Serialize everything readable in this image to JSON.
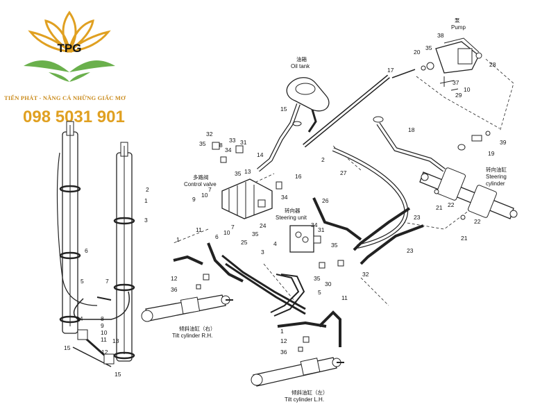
{
  "brand": {
    "logo_text": "TPG",
    "tagline": "TIẾN PHÁT - NÂNG CÁ NHỮNG GIẤC MƠ",
    "phone": "098 5031 901",
    "colors": {
      "gold": "#e0a021",
      "green": "#6ab04c",
      "dark_gold": "#c98a1b"
    }
  },
  "labels": {
    "pump_cn": "泵",
    "pump_en": "Pump",
    "oil_tank_cn": "油箱",
    "oil_tank_en": "Oil tank",
    "control_valve_cn": "多路阀",
    "control_valve_en": "Control valve",
    "steering_unit_cn": "转向器",
    "steering_unit_en": "Steering unit",
    "steering_cyl_cn": "转向油缸",
    "steering_cyl_en1": "Steering",
    "steering_cyl_en2": "cylinder",
    "tilt_rh_cn": "倾斜油缸（右）",
    "tilt_rh_en": "Tilt cylinder R.H.",
    "tilt_lh_cn": "倾斜油缸（左）",
    "tilt_lh_en": "Tilt cylinder L.H."
  },
  "numbers": {
    "n38": "38",
    "n20": "20",
    "n35a": "35",
    "n28": "28",
    "n17": "17",
    "n37": "37",
    "n10a": "10",
    "n29": "29",
    "n18": "18",
    "n39": "39",
    "n19": "19",
    "n15a": "15",
    "n2a": "2",
    "n27": "27",
    "n14a": "14",
    "n32a": "32",
    "n35b": "35",
    "n8a": "8",
    "n33": "33",
    "n31a": "31",
    "n34a": "34",
    "n35c": "35",
    "n13a": "13",
    "n16": "16",
    "n7a": "7",
    "n9a": "9",
    "n10b": "10",
    "n34b": "34",
    "n24": "24",
    "n26": "26",
    "n21a": "21",
    "n22a": "22",
    "n22b": "22",
    "n21b": "21",
    "n25": "25",
    "n35d": "35",
    "n6a": "6",
    "n10c": "10",
    "n7b": "7",
    "n34c": "34",
    "n31b": "31",
    "n35e": "35",
    "n23a": "23",
    "n23b": "23",
    "n11a": "11",
    "n1a": "1",
    "n12a": "12",
    "n36a": "36",
    "n3a": "3",
    "n4a": "4",
    "n5a": "5",
    "n35f": "35",
    "n30": "30",
    "n32b": "32",
    "n11b": "11",
    "n1b": "1",
    "n12b": "12",
    "n36b": "36",
    "m2": "2",
    "m1": "1",
    "m3": "3",
    "m6": "6",
    "m5": "5",
    "m7": "7",
    "m8": "8",
    "m14": "14",
    "m9": "9",
    "m10": "10",
    "m11": "11",
    "m15a": "15",
    "m13": "13",
    "m12": "12",
    "m15b": "15"
  }
}
